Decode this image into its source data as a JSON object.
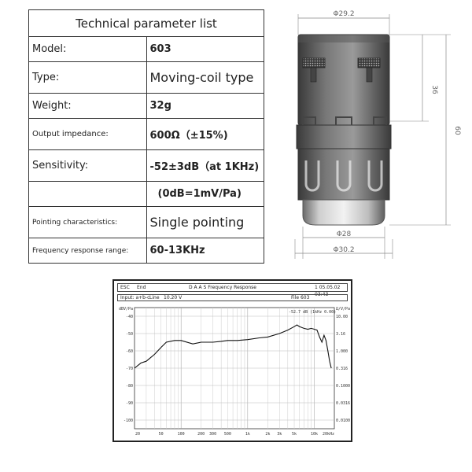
{
  "table": {
    "title": "Technical parameter list",
    "rows": [
      {
        "label": "Model:",
        "value": "603"
      },
      {
        "label": "Type:",
        "value": "Moving-coil type"
      },
      {
        "label": "Weight:",
        "value": "32g"
      },
      {
        "label": "Output impedance:",
        "value": "600Ω（±15%)"
      },
      {
        "label": "Sensitivity:",
        "value": "-52±3dB（at 1KHz)"
      },
      {
        "label": "",
        "value": "(0dB=1mV/Pa)"
      },
      {
        "label": "Pointing characteristics:",
        "value": "Single pointing"
      },
      {
        "label": "Frequency response range:",
        "value": "60-13KHz"
      }
    ]
  },
  "drawing": {
    "top_width": "Φ29.2",
    "height_upper": "36",
    "height_total": "60",
    "bottom_inner": "Φ28",
    "bottom_outer": "Φ30.2"
  },
  "analyzer": {
    "esc": "ESC",
    "end": "End",
    "title": "D A A S   Frequency Response",
    "date": "1 05.05.02  03:43",
    "input_label": "Input: a+b-c",
    "line": "Line",
    "level": "10.20 V",
    "file": "File  603",
    "annotation": "-52.7 dB (1kHz  0.00)"
  },
  "chart_data": {
    "type": "line",
    "x_ticks": [
      "20",
      "50",
      "100",
      "200",
      "300",
      "500",
      "1k",
      "2k",
      "3k",
      "5k",
      "10k",
      "20kHz"
    ],
    "y_ticks_left": [
      "dBV/Pa",
      "-40",
      "-50",
      "-60",
      "-70",
      "-80",
      "-90",
      "-100"
    ],
    "y_ticks_right": [
      "Ω/V/Pa",
      "10.00",
      "3.16",
      "1.000",
      "0.316",
      "0.1000",
      "0.0316",
      "0.0100"
    ],
    "x_log": true,
    "xlim": [
      20,
      20000
    ],
    "ylim": [
      -105,
      -35
    ],
    "grid": true,
    "series": [
      {
        "x": [
          20,
          25,
          30,
          40,
          50,
          60,
          80,
          100,
          150,
          200,
          300,
          400,
          500,
          700,
          1000,
          1500,
          2000,
          3000,
          4000,
          5000,
          5500,
          6000,
          7000,
          8000,
          9000,
          10000,
          11000,
          12000,
          13000,
          14000,
          15000,
          16000,
          17000,
          18000
        ],
        "y": [
          -70,
          -67,
          -66,
          -62,
          -58,
          -55,
          -54,
          -54,
          -56,
          -55,
          -55,
          -54.5,
          -54,
          -54,
          -53.5,
          -52.5,
          -52,
          -50,
          -48,
          -46,
          -45,
          -46,
          -47,
          -47.5,
          -47,
          -47.5,
          -48,
          -52,
          -55,
          -51,
          -54,
          -60,
          -66,
          -70
        ]
      }
    ]
  }
}
